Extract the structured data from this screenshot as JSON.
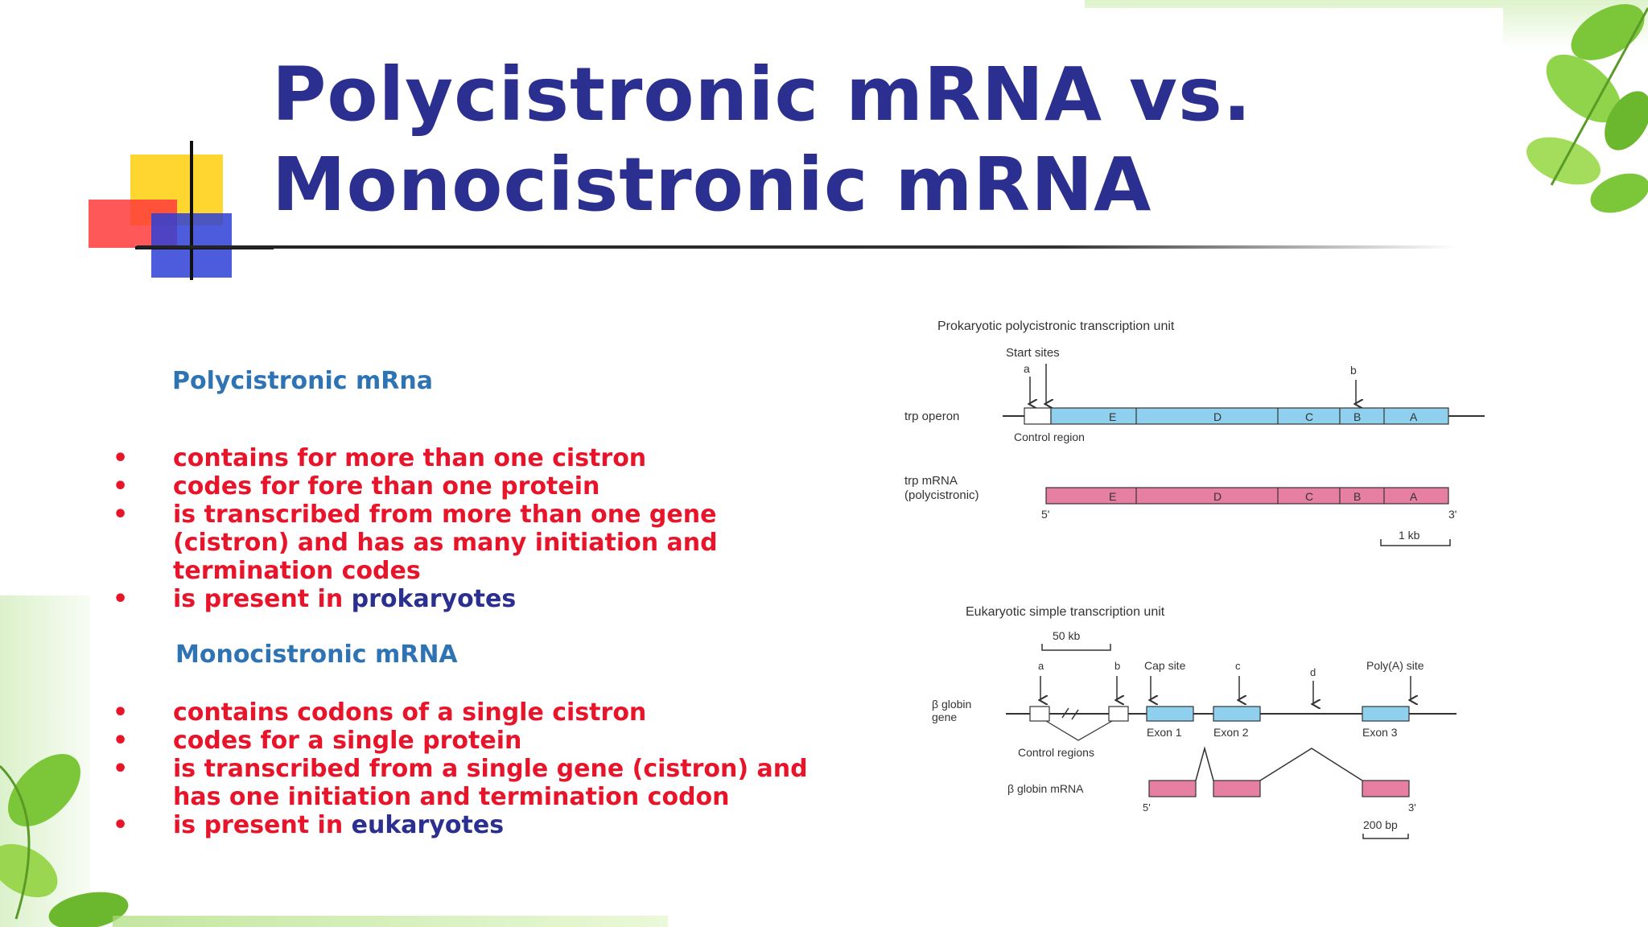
{
  "title": {
    "line1": "Polycistronic mRNA vs.",
    "line2": "Monocistronic mRNA"
  },
  "polycistronic": {
    "heading": "Polycistronic mRna",
    "bullets": [
      "contains for more than one cistron",
      "codes for fore than one protein",
      "is transcribed from more than one gene (cistron) and has as many initiation and termination codes"
    ],
    "last_bullet_prefix": "is present in",
    "last_bullet_highlight": "prokaryotes"
  },
  "monocistronic": {
    "heading": "Monocistronic mRNA",
    "bullets": [
      "contains codons of a single cistron",
      "codes for a single protein",
      "is transcribed from a single gene (cistron) and has one initiation and termination codon"
    ],
    "last_bullet_prefix": "is present in",
    "last_bullet_highlight": "eukaryotes"
  },
  "prokaryotic_diagram": {
    "caption": "Prokaryotic polycistronic transcription unit",
    "start_sites": "Start sites",
    "marker_a": "a",
    "marker_b": "b",
    "operon_label": "trp operon",
    "control_region": "Control region",
    "genes": [
      "E",
      "D",
      "C",
      "B",
      "A"
    ],
    "mrna_label_1": "trp mRNA",
    "mrna_label_2": "(polycistronic)",
    "five_prime": "5'",
    "three_prime": "3'",
    "scale": "1 kb"
  },
  "eukaryotic_diagram": {
    "caption": "Eukaryotic simple transcription unit",
    "scale_top": "50 kb",
    "marker_a": "a",
    "marker_b": "b",
    "marker_c": "c",
    "marker_d": "d",
    "cap_site": "Cap site",
    "polya_site": "Poly(A) site",
    "gene_label_1": "β globin",
    "gene_label_2": "gene",
    "exons": [
      "Exon 1",
      "Exon 2",
      "Exon 3"
    ],
    "control_regions": "Control regions",
    "mrna_label": "β globin mRNA",
    "five_prime": "5'",
    "three_prime": "3'",
    "scale_bottom": "200 bp"
  },
  "colors": {
    "title": "#2b2f8f",
    "heading": "#2e74b5",
    "bullet_text": "#e8142a",
    "gene_blue": "#8fd0ee",
    "mrna_pink": "#e77fa3"
  }
}
